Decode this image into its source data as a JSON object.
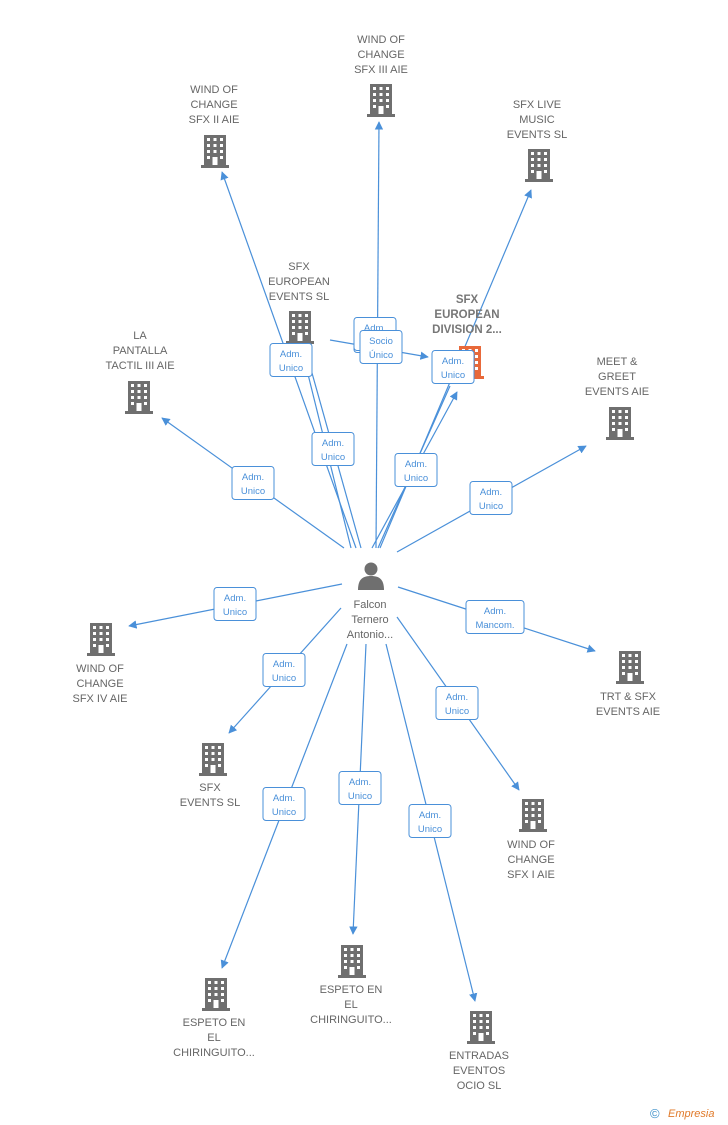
{
  "center": {
    "name_lines": [
      "Falcon",
      "Ternero",
      "Antonio..."
    ],
    "icon": "person-icon"
  },
  "colors": {
    "edge": "#4a90d9",
    "building": "#6f6f6f",
    "highlight": "#e8693a",
    "text": "#666666"
  },
  "companies": [
    {
      "id": "wind-of-change-sfx-iii",
      "lines": [
        "WIND OF",
        "CHANGE",
        "SFX III AIE"
      ],
      "icon": "building-icon"
    },
    {
      "id": "wind-of-change-sfx-ii",
      "lines": [
        "WIND OF",
        "CHANGE",
        "SFX II AIE"
      ],
      "icon": "building-icon"
    },
    {
      "id": "sfx-live-music-events",
      "lines": [
        "SFX LIVE",
        "MUSIC",
        "EVENTS  SL"
      ],
      "icon": "building-icon"
    },
    {
      "id": "sfx-european-events",
      "lines": [
        "SFX",
        "EUROPEAN",
        "EVENTS  SL"
      ],
      "icon": "building-icon"
    },
    {
      "id": "sfx-european-division",
      "lines": [
        "SFX",
        "EUROPEAN",
        "DIVISION 2..."
      ],
      "icon": "building-icon",
      "highlight": true
    },
    {
      "id": "la-pantalla-tactil-iii",
      "lines": [
        "LA",
        "PANTALLA",
        "TACTIL III  AIE"
      ],
      "icon": "building-icon"
    },
    {
      "id": "meet-greet-events",
      "lines": [
        "MEET &",
        "GREET",
        "EVENTS AIE"
      ],
      "icon": "building-icon"
    },
    {
      "id": "wind-of-change-sfx-iv",
      "lines": [
        "WIND OF",
        "CHANGE",
        "SFX IV AIE"
      ],
      "icon": "building-icon"
    },
    {
      "id": "trt-sfx-events",
      "lines": [
        "TRT & SFX",
        "EVENTS AIE"
      ],
      "icon": "building-icon"
    },
    {
      "id": "sfx-events",
      "lines": [
        "SFX",
        "EVENTS  SL"
      ],
      "icon": "building-icon"
    },
    {
      "id": "wind-of-change-sfx-i",
      "lines": [
        "WIND OF",
        "CHANGE",
        "SFX I AIE"
      ],
      "icon": "building-icon"
    },
    {
      "id": "espeto-chiringuito-1",
      "lines": [
        "ESPETO EN",
        "EL",
        "CHIRINGUITO..."
      ],
      "icon": "building-icon"
    },
    {
      "id": "espeto-chiringuito-2",
      "lines": [
        "ESPETO EN",
        "EL",
        "CHIRINGUITO..."
      ],
      "icon": "building-icon"
    },
    {
      "id": "entradas-eventos-ocio",
      "lines": [
        "ENTRADAS",
        "EVENTOS",
        "OCIO  SL"
      ],
      "icon": "building-icon"
    }
  ],
  "relations": [
    {
      "to": "wind-of-change-sfx-iii",
      "lines": [
        "Adm.",
        "Unico"
      ]
    },
    {
      "to": "wind-of-change-sfx-ii",
      "lines": [
        "Adm.",
        "Unico"
      ]
    },
    {
      "to": "sfx-live-music-events",
      "lines": [
        "Adm.",
        "Unico"
      ]
    },
    {
      "to": "sfx-european-events",
      "lines": [
        "Adm.",
        "Unico"
      ]
    },
    {
      "to": "sfx-european-division",
      "lines": [
        "Adm.",
        "Unico"
      ]
    },
    {
      "to": "la-pantalla-tactil-iii",
      "lines": [
        "Adm.",
        "Unico"
      ]
    },
    {
      "to": "meet-greet-events",
      "lines": [
        "Adm.",
        "Unico"
      ]
    },
    {
      "to": "wind-of-change-sfx-iv",
      "lines": [
        "Adm.",
        "Unico"
      ]
    },
    {
      "to": "trt-sfx-events",
      "lines": [
        "Adm.",
        "Mancom."
      ]
    },
    {
      "to": "sfx-events",
      "lines": [
        "Adm.",
        "Unico"
      ]
    },
    {
      "to": "wind-of-change-sfx-i",
      "lines": [
        "Adm.",
        "Unico"
      ]
    },
    {
      "to": "espeto-chiringuito-1",
      "lines": [
        "Adm.",
        "Unico"
      ]
    },
    {
      "to": "espeto-chiringuito-2",
      "lines": [
        "Adm.",
        "Unico"
      ]
    },
    {
      "to": "entradas-eventos-ocio",
      "lines": [
        "Adm.",
        "Unico"
      ]
    },
    {
      "from": "sfx-european-events",
      "to": "sfx-european-division",
      "lines": [
        "Socio",
        "Único"
      ]
    },
    {
      "from": "sfx-european-events",
      "to": "sfx-european-division",
      "lines": [
        "Adm.",
        "Unico"
      ],
      "stacked": true
    }
  ],
  "credit": {
    "symbol": "©",
    "brand": "Empresia"
  }
}
